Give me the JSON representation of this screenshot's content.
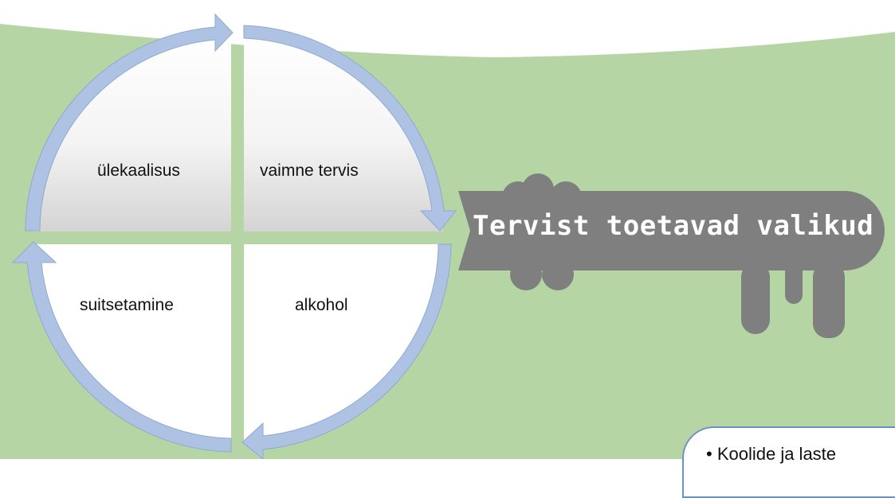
{
  "diagram": {
    "quadrants": [
      {
        "id": "top-left",
        "label": "ülekaalisus"
      },
      {
        "id": "top-right",
        "label": "vaimne tervis"
      },
      {
        "id": "bottom-left",
        "label": "suitsetamine"
      },
      {
        "id": "bottom-right",
        "label": "alkohol"
      }
    ],
    "key": {
      "label": "Tervist toetavad valikud"
    },
    "bubble": {
      "text": "• Koolide ja laste"
    },
    "colors": {
      "background": "#b6d5a5",
      "arrow": "#aec3e4",
      "arrow_edge": "#8fa8d0",
      "key": "#7f7f7f",
      "quadrant_fill": "#ffffff",
      "quadrant_shade": "#d8d8d8"
    }
  }
}
